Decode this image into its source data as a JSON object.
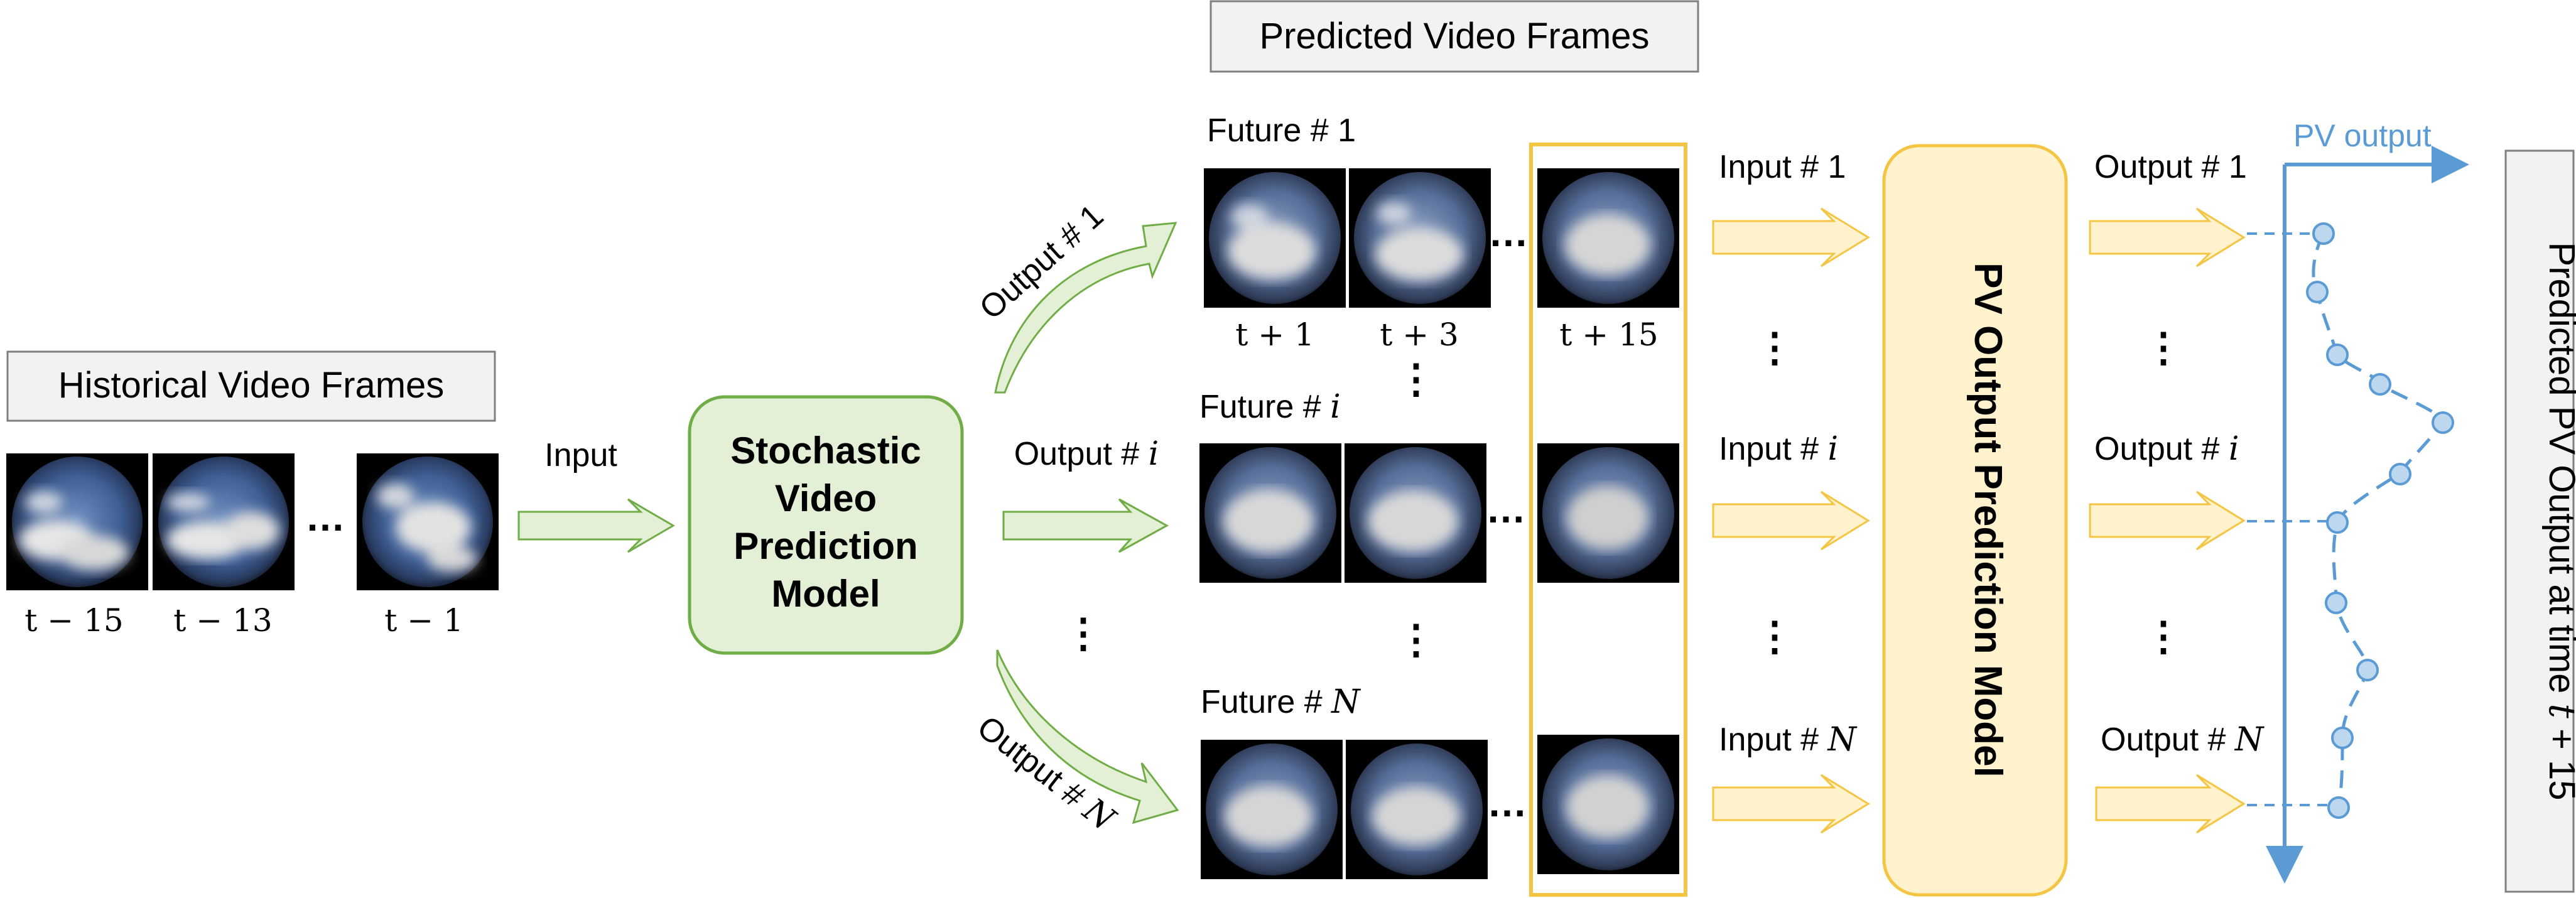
{
  "historical": {
    "title": "Historical Video Frames",
    "time_labels": [
      "t − 15",
      "t − 13",
      "t − 1"
    ],
    "ellipsis": "…"
  },
  "input_arrow_label": "Input",
  "svp_model": {
    "line1": "Stochastic",
    "line2": "Video",
    "line3": "Prediction",
    "line4": "Model"
  },
  "svp_outputs": {
    "first": "Output # 1",
    "mid_prefix": "Output # ",
    "mid_var": "i",
    "last_prefix": "Output # ",
    "last_var": "N",
    "vdots": "⋮"
  },
  "predicted": {
    "title": "Predicted Video Frames",
    "future_first": "Future # 1",
    "future_mid_prefix": "Future # ",
    "future_mid_var": "i",
    "future_last_prefix": "Future # ",
    "future_last_var": "N",
    "time_labels": [
      "t + 1",
      "t + 3",
      "t + 15"
    ],
    "ellipsis": "…",
    "vdots": "⋮"
  },
  "pv_inputs": {
    "first": "Input # 1",
    "mid_prefix": "Input # ",
    "mid_var": "i",
    "last_prefix": "Input # ",
    "last_var": "N",
    "vdots": "⋮"
  },
  "pv_model": {
    "label": "PV Output Prediction Model"
  },
  "pv_outputs": {
    "first": "Output # 1",
    "mid_prefix": "Output # ",
    "mid_var": "i",
    "last_prefix": "Output # ",
    "last_var": "N",
    "vdots": "⋮"
  },
  "pv_axis_label": "PV output",
  "final": {
    "prefix": "Predicted PV Output at time ",
    "var": "t",
    "suffix": " + 15"
  },
  "colors": {
    "green_fill": "#e3f0d6",
    "green_stroke": "#70ad47",
    "yellow_fill": "#fff2cc",
    "yellow_stroke": "#f4c542",
    "blue": "#5b9bd5",
    "gray_fill": "#f2f2f2",
    "gray_stroke": "#7f7f7f"
  }
}
